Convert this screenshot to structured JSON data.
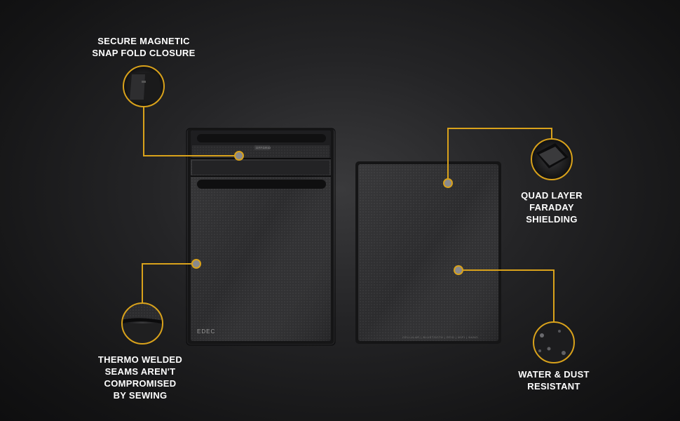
{
  "features": {
    "magnetic_closure": "SECURE MAGNETIC\nSNAP FOLD CLOSURE",
    "faraday": "QUAD LAYER\nFARADAY\nSHIELDING",
    "thermo_welded": "THERMO WELDED\nSEAMS AREN'T\nCOMPROMISED\nBY SEWING",
    "water_dust": "WATER & DUST\nRESISTANT"
  },
  "product": {
    "brand_logo": "EDEC",
    "front_tag": "OFFGRID",
    "back_print": "CELLULAR | BLUETOOTH | RFID | WIFI | NANO"
  },
  "colors": {
    "accent": "#d9a21b",
    "background": "#1c1c1e",
    "text": "#ffffff"
  },
  "icons": [
    "magnet-closure-detail-icon",
    "faraday-layer-detail-icon",
    "welded-seam-detail-icon",
    "water-drop-detail-icon"
  ]
}
